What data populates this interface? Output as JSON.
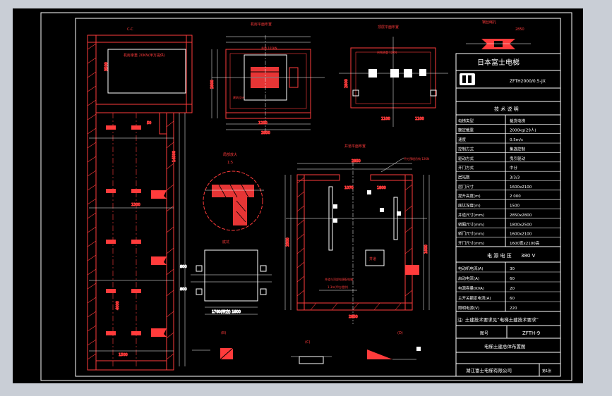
{
  "window": {
    "title": "电梯土建总体布置图"
  },
  "title_block": {
    "company_name": "日本富士电梯",
    "model_code": "ZFTH2000/0.5-JX",
    "tech_spec_header": "技 术 说 明",
    "spec_rows": [
      {
        "label": "电梯类型",
        "value": "载货电梯"
      },
      {
        "label": "额定载重",
        "value": "2000kg(29人)"
      },
      {
        "label": "速度",
        "value": "0.5m/s"
      },
      {
        "label": "控制方式",
        "value": "集选控制"
      },
      {
        "label": "驱动方式",
        "value": "曳引驱动"
      },
      {
        "label": "开门方式",
        "value": "中分"
      },
      {
        "label": "层站数",
        "value": "3/3/3"
      },
      {
        "label": "层门尺寸",
        "value": "1600x2100"
      },
      {
        "label": "提升高度(m)",
        "value": "2 000"
      },
      {
        "label": "底坑深度(m)",
        "value": "1500"
      },
      {
        "label": "井道尺寸(mm)",
        "value": "2850x2800"
      },
      {
        "label": "轿厢尺寸(mm)",
        "value": "1800x2500"
      },
      {
        "label": "轿门尺寸(mm)",
        "value": "1600x2100"
      },
      {
        "label": "开门尺寸(mm)",
        "value": "1600宽x2100高"
      }
    ],
    "voltage_label": "电 源 电 压",
    "voltage_value": "380 V",
    "electrical_rows": [
      {
        "label": "电动机电流(A)",
        "value": "30"
      },
      {
        "label": "启动电流(A)",
        "value": "60"
      },
      {
        "label": "电源容量(KVA)",
        "value": "20"
      },
      {
        "label": "主开关额定电流(A)",
        "value": "60"
      },
      {
        "label": "照明电源(V)",
        "value": "220"
      }
    ],
    "note": "注: 土建技术要求见“电梯土建技术要求”",
    "drawing_no_label": "图号",
    "drawing_no": "ZFTH-9",
    "drawing_title": "电梯土建总体布置图",
    "company_footer": "湖江富士电梯有限公司",
    "sheet": "第1张"
  },
  "views": {
    "section": {
      "label": "C-C",
      "note": "机房承重 20KN(甲方提供)"
    },
    "machine_room_plan": {
      "label": "机房平面布置",
      "load_note": "承重 165KN",
      "beam_note": "建筑设计"
    },
    "top_plan": {
      "label": "顶层平面布置",
      "hook_note": "吊钩承重 12KN"
    },
    "hoistway_plan": {
      "label": "井道平面布置",
      "hook_note": "甲方预埋吊钩 12KN",
      "center_label": "井道",
      "note_line1": "井道与顶部电源配电箱",
      "note_line2": "1.3m(甲方提供)",
      "dim_width": "2850",
      "dim_depth": "2800"
    },
    "detail_a": {
      "label": "局部放大",
      "scale": "1:5"
    },
    "pit_plan": {
      "label": "底坑",
      "dim": "1760(甲方) 1600"
    },
    "details_bottom": [
      "(B)",
      "(C)",
      "(D)"
    ],
    "top_right_detail": {
      "label": "钢丝绳孔"
    }
  },
  "dimensions": {
    "top_right": "2850",
    "hoistway_top": "2850",
    "hoistway_side": "2800",
    "section_height": "14500",
    "section_pit": "1500",
    "section_floor": "4000"
  }
}
